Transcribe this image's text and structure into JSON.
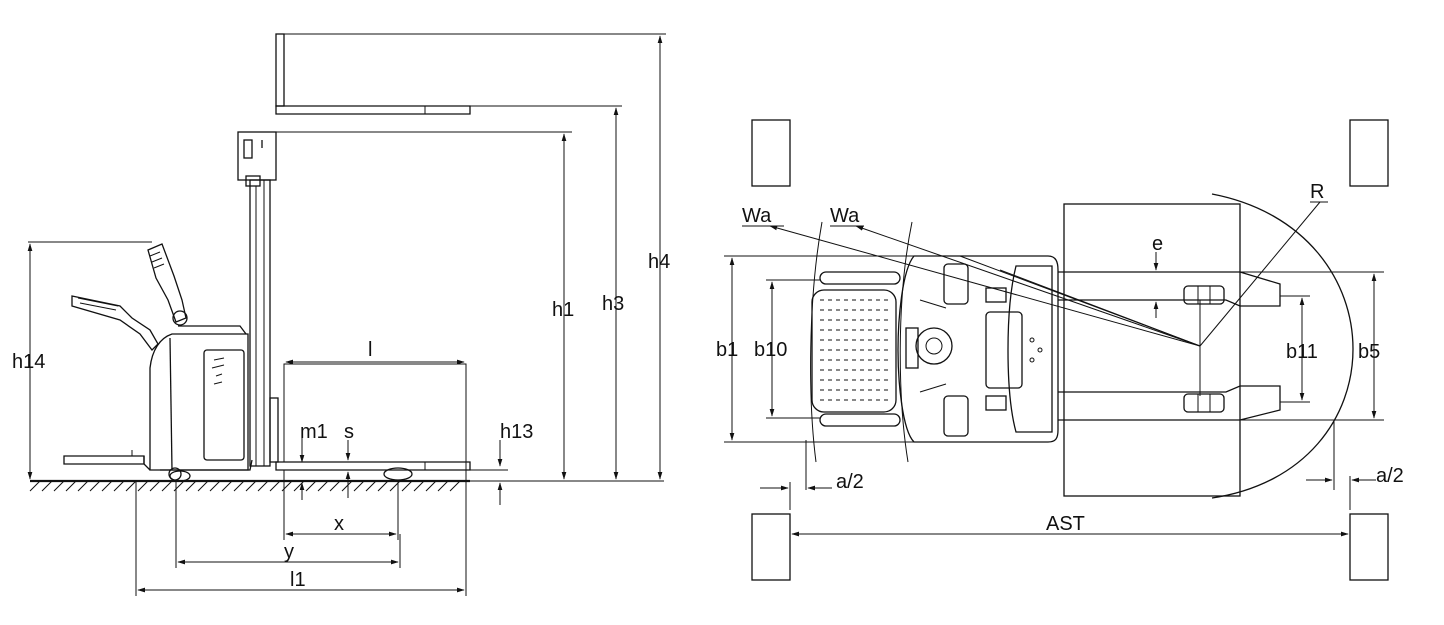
{
  "side_view": {
    "labels": {
      "h14": "h14",
      "h1": "h1",
      "h3": "h3",
      "h4": "h4",
      "l": "l",
      "m1": "m1",
      "s": "s",
      "h13": "h13",
      "x": "x",
      "y": "y",
      "l1": "l1"
    }
  },
  "top_view": {
    "labels": {
      "wa_left": "Wa",
      "wa_right": "Wa",
      "r": "R",
      "e": "e",
      "b1": "b1",
      "b10": "b10",
      "b11": "b11",
      "b5": "b5",
      "a2_left": "a/2",
      "a2_right": "a/2",
      "ast": "AST"
    }
  }
}
